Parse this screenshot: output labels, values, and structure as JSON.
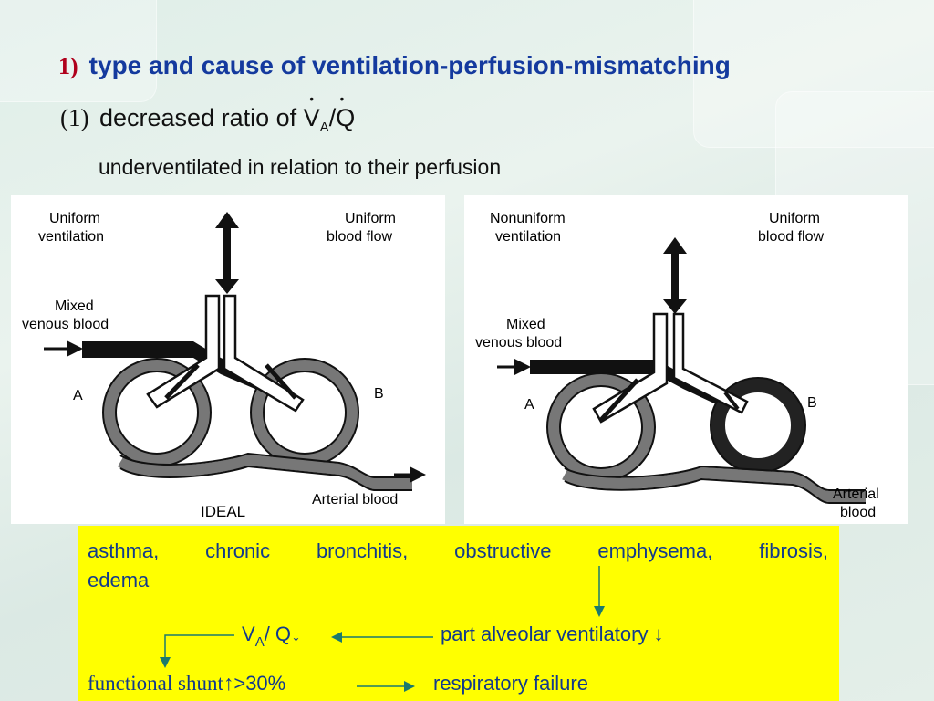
{
  "slide": {
    "title_num": "1)",
    "title": "type and cause of ventilation-perfusion-mismatching",
    "subtitle_num": "(1)",
    "subtitle_prefix": "decreased ratio of",
    "subtitle_v": "V",
    "subtitle_sub": "A",
    "subtitle_q": "/Q",
    "subheading": "underventilated in relation to their perfusion"
  },
  "diagram_left": {
    "label_vent": [
      "Uniform",
      "ventilation"
    ],
    "label_flow": [
      "Uniform",
      "blood flow"
    ],
    "label_venous": [
      "Mixed",
      "venous blood"
    ],
    "label_a": "A",
    "label_b": "B",
    "label_ideal": "IDEAL",
    "label_arterial": "Arterial blood"
  },
  "diagram_right": {
    "label_vent": [
      "Nonuniform",
      "ventilation"
    ],
    "label_flow": [
      "Uniform",
      "blood flow"
    ],
    "label_venous": [
      "Mixed",
      "venous blood"
    ],
    "label_a": "A",
    "label_b": "B",
    "label_arterial": [
      "Arterial",
      "blood"
    ]
  },
  "box": {
    "causes_line1": "asthma, chronic bronchitis, obstructive emphysema, fibrosis,",
    "causes_line2": "edema",
    "ratio_v": "V",
    "ratio_sub": "A",
    "ratio_rest": "/ Q↓",
    "alveolar": "part alveolar ventilatory ↓",
    "shunt": "functional shunt↑",
    "shunt_value": ">30%",
    "failure": "respiratory failure"
  },
  "colors": {
    "title": "#143a9e",
    "number": "#b0001c",
    "box_bg": "#ffff00",
    "box_text": "#123a8c",
    "arrow": "#1a7a6e"
  }
}
